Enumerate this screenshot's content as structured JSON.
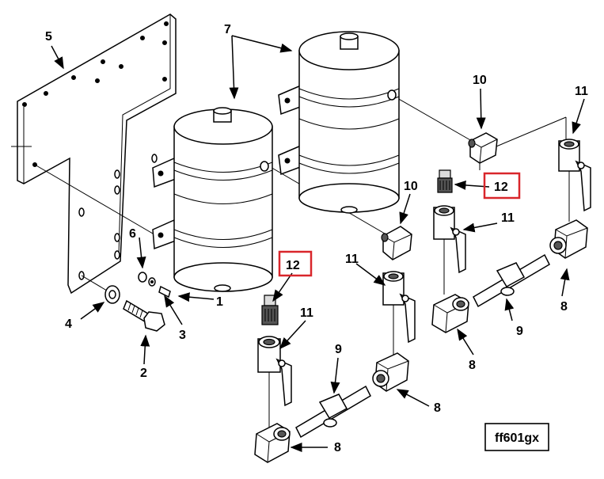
{
  "callouts": {
    "c1": "1",
    "c2": "2",
    "c3": "3",
    "c4": "4",
    "c5": "5",
    "c6": "6",
    "c7": "7",
    "c8a": "8",
    "c8b": "8",
    "c8c": "8",
    "c8d": "8",
    "c9a": "9",
    "c9b": "9",
    "c10a": "10",
    "c10b": "10",
    "c11a": "11",
    "c11b": "11",
    "c11c": "11",
    "c11d": "11",
    "c12a": "12",
    "c12b": "12"
  },
  "figure_id": "ff601gx",
  "colors": {
    "highlight": "#d9262b",
    "line": "#000000",
    "fill": "#ffffff"
  }
}
